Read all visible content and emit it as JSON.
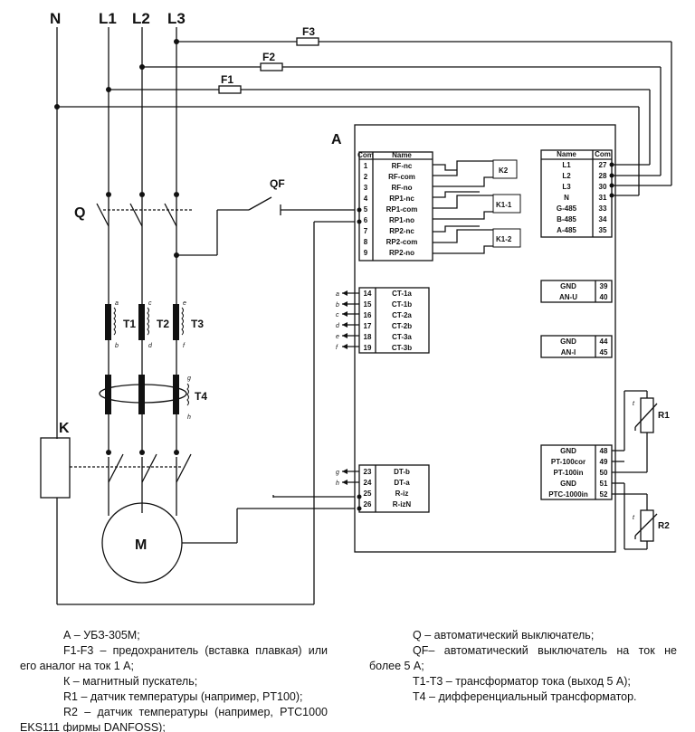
{
  "lines": {
    "n": "N",
    "l1": "L1",
    "l2": "L2",
    "l3": "L3"
  },
  "fuses": [
    "F1",
    "F2",
    "F3"
  ],
  "labels": {
    "a": "A",
    "q": "Q",
    "qf": "QF",
    "k": "K",
    "m": "M",
    "t1": "T1",
    "t2": "T2",
    "t3": "T3",
    "t4": "T4",
    "r1": "R1",
    "r2": "R2",
    "r_sensor_mark": "t"
  },
  "relays": [
    "K2",
    "K1-1",
    "K1-2"
  ],
  "ct_letters": [
    "a",
    "b",
    "c",
    "d",
    "e",
    "f"
  ],
  "t4_letters": [
    "g",
    "h"
  ],
  "terminals": {
    "relay_block": {
      "header": [
        "Com",
        "Name"
      ],
      "rows": [
        [
          "1",
          "RF-nc"
        ],
        [
          "2",
          "RF-com"
        ],
        [
          "3",
          "RF-no"
        ],
        [
          "4",
          "RP1-nc"
        ],
        [
          "5",
          "RP1-com"
        ],
        [
          "6",
          "RP1-no"
        ],
        [
          "7",
          "RP2-nc"
        ],
        [
          "8",
          "RP2-com"
        ],
        [
          "9",
          "RP2-no"
        ]
      ]
    },
    "power_block": {
      "header": [
        "Name",
        "Com"
      ],
      "rows": [
        [
          "L1",
          "27"
        ],
        [
          "L2",
          "28"
        ],
        [
          "L3",
          "30"
        ],
        [
          "N",
          "31"
        ],
        [
          "G-485",
          "33"
        ],
        [
          "B-485",
          "34"
        ],
        [
          "A-485",
          "35"
        ]
      ]
    },
    "ct_block": [
      [
        "14",
        "CT-1a"
      ],
      [
        "15",
        "CT-1b"
      ],
      [
        "16",
        "CT-2a"
      ],
      [
        "17",
        "CT-2b"
      ],
      [
        "18",
        "CT-3a"
      ],
      [
        "19",
        "CT-3b"
      ]
    ],
    "dt_block": [
      [
        "23",
        "DT-b"
      ],
      [
        "24",
        "DT-a"
      ],
      [
        "25",
        "R-iz"
      ],
      [
        "26",
        "R-izN"
      ]
    ],
    "an_u_block": [
      [
        "GND",
        "39"
      ],
      [
        "AN-U",
        "40"
      ]
    ],
    "an_i_block": [
      [
        "GND",
        "44"
      ],
      [
        "AN-I",
        "45"
      ]
    ],
    "temp_block": [
      [
        "GND",
        "48"
      ],
      [
        "PT-100cor",
        "49"
      ],
      [
        "PT-100in",
        "50"
      ],
      [
        "GND",
        "51"
      ],
      [
        "PTC-1000in",
        "52"
      ]
    ]
  },
  "legend": {
    "a": "А – УБЗ-305М;",
    "f": "F1-F3 – предохранитель (вставка плавкая) или его аналог на ток 1 А;",
    "k": "К – магнитный пускатель;",
    "r1": "R1 – датчик температуры (например, PT100);",
    "r2": "R2 – датчик температуры (например, PTC1000 EKS111 фирмы DANFOSS);",
    "q": "Q – автоматический выключатель;",
    "qf": "QF– автоматический выключатель на ток не более 5 А;",
    "t13": "Т1-Т3 – трансформатор тока (выход 5 А);",
    "t4": "Т4 – дифференциальный трансформатор."
  }
}
